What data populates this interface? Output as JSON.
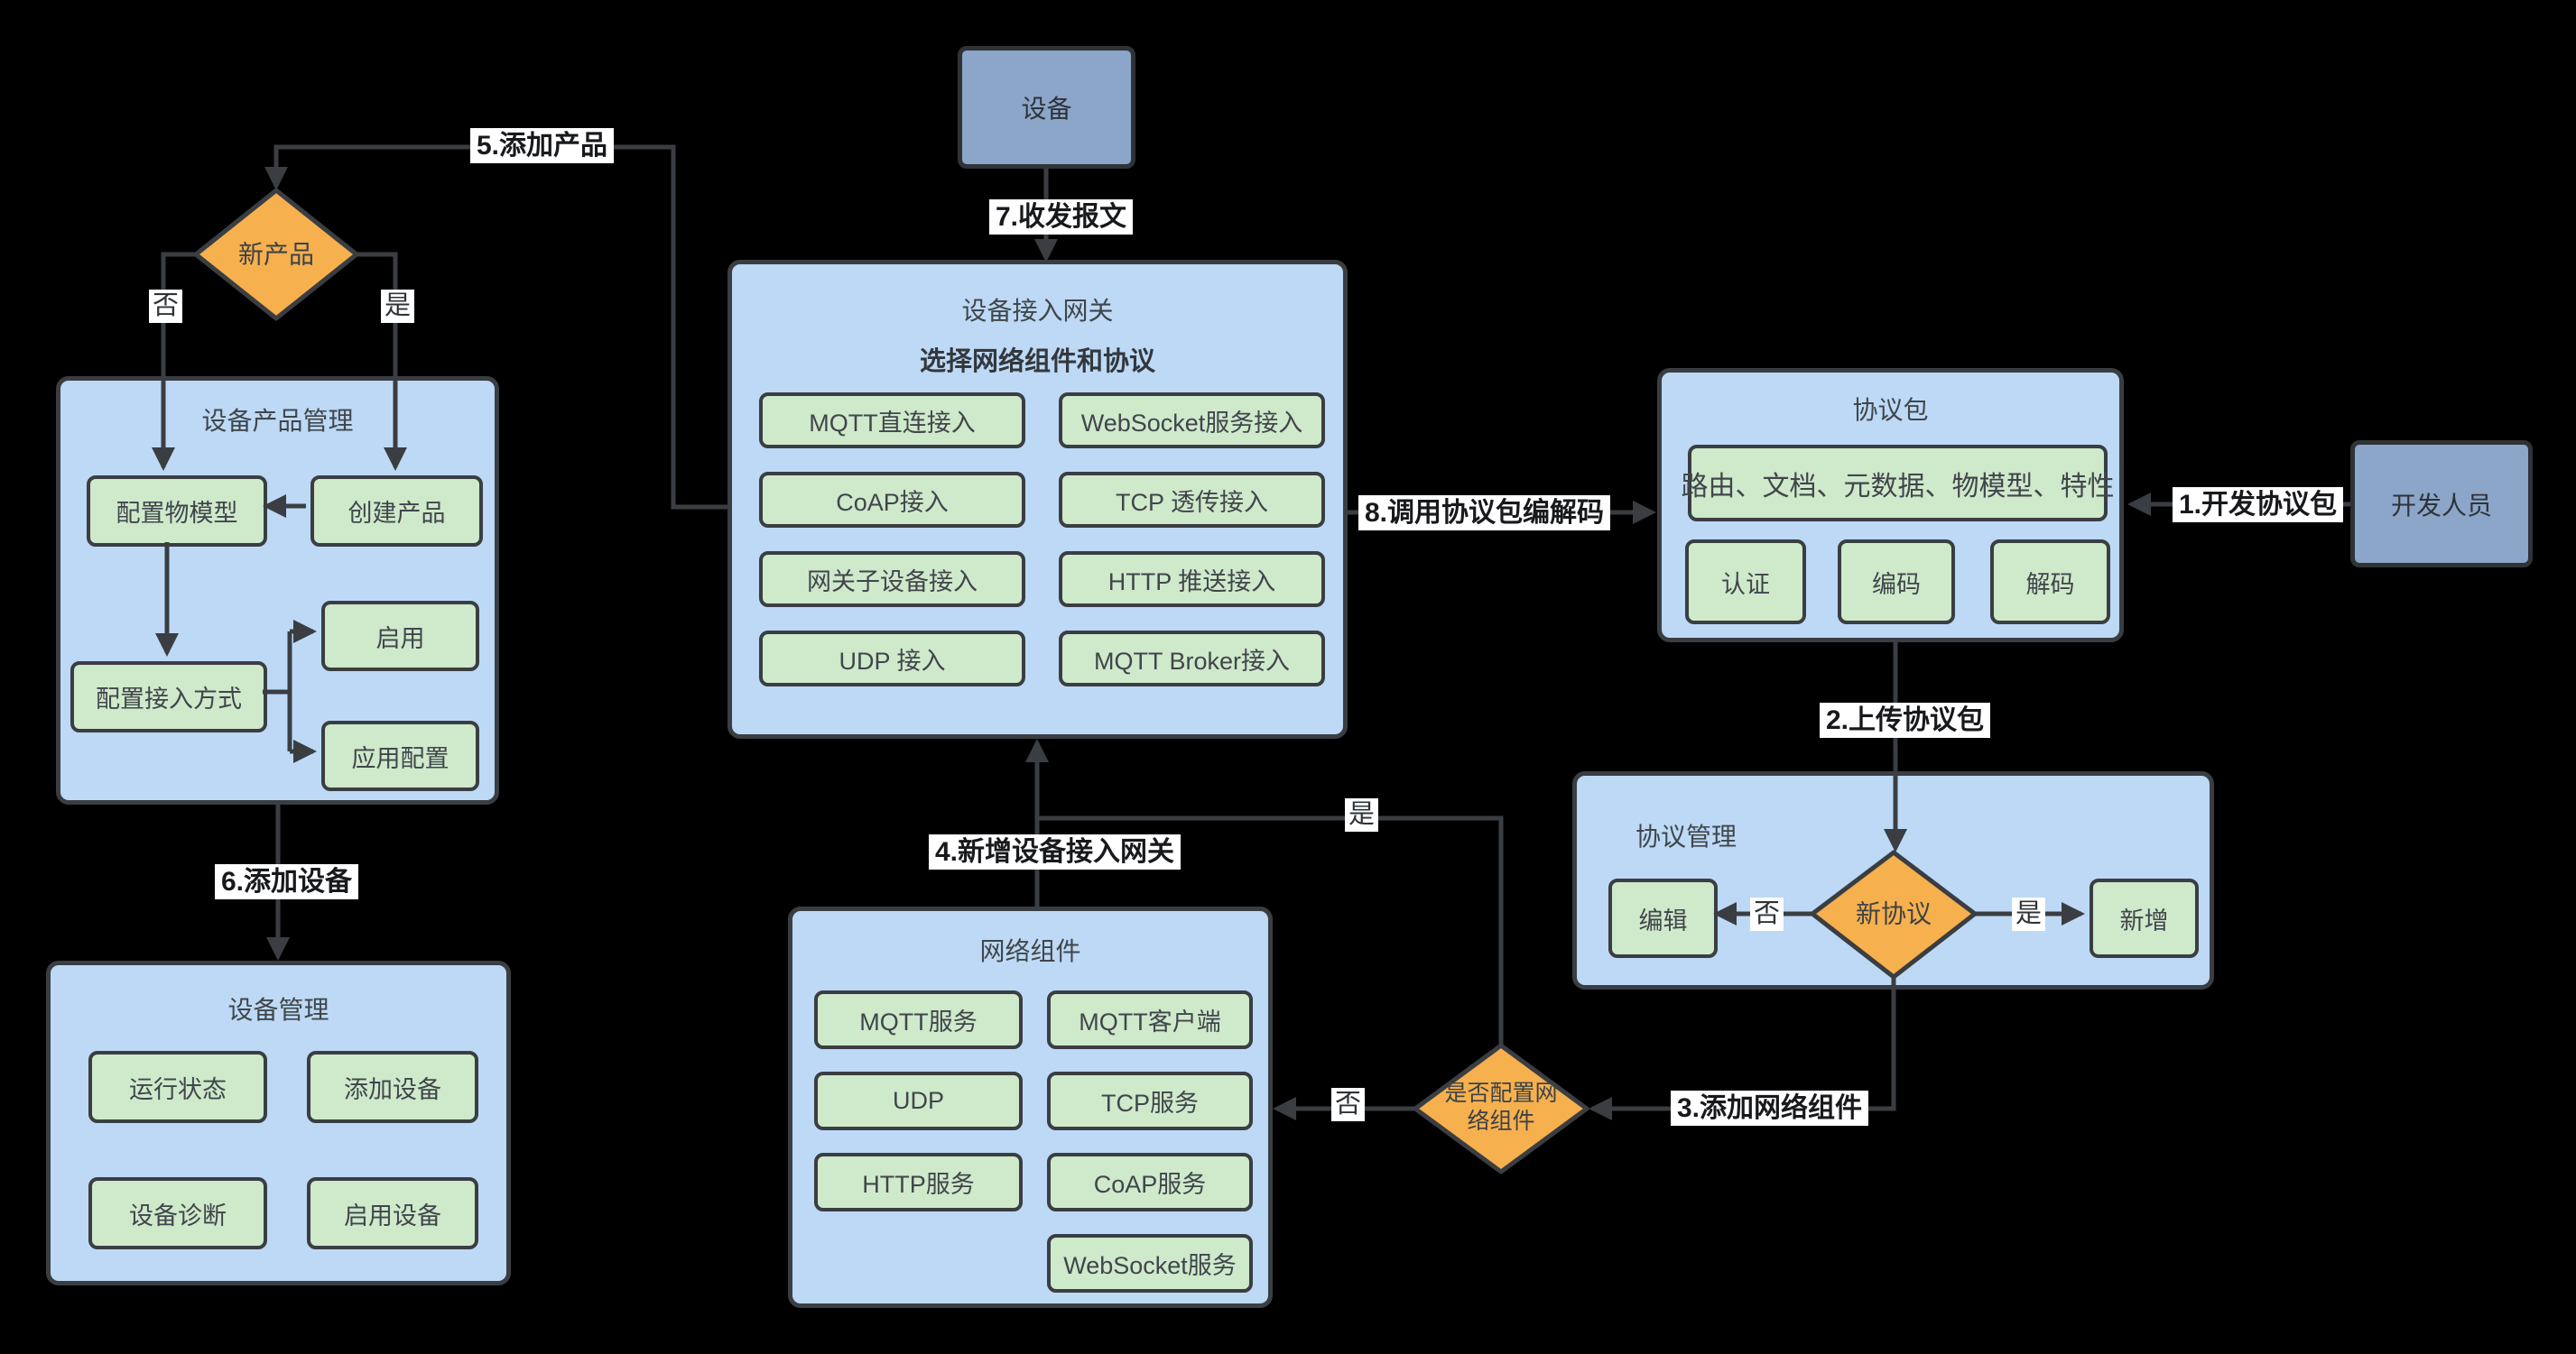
{
  "colors": {
    "background": "#000000",
    "container_fill": "#bdd9f5",
    "node_fill": "#cfe9cb",
    "decision_fill": "#f7b04e",
    "actor_fill": "#8ba6c9",
    "line": "#3a3e42",
    "text": "#40464b",
    "label_bg": "#ffffff",
    "label_text": "#17191c"
  },
  "nodes": {
    "device": {
      "label": "设备"
    },
    "developer": {
      "label": "开发人员"
    },
    "gateway": {
      "title": "设备接入网关",
      "subtitle": "选择网络组件和协议",
      "buttons": [
        "MQTT直连接入",
        "WebSocket服务接入",
        "CoAP接入",
        "TCP 透传接入",
        "网关子设备接入",
        "HTTP 推送接入",
        "UDP 接入",
        "MQTT Broker接入"
      ]
    },
    "protocol_package": {
      "title": "协议包",
      "feature_bar": "路由、文档、元数据、物模型、特性",
      "buttons": [
        "认证",
        "编码",
        "解码"
      ]
    },
    "protocol_management": {
      "title": "协议管理",
      "edit": "编辑",
      "add": "新增",
      "decision": "新协议"
    },
    "product_management": {
      "title": "设备产品管理",
      "config_model": "配置物模型",
      "create_product": "创建产品",
      "config_access": "配置接入方式",
      "enable": "启用",
      "app_config": "应用配置"
    },
    "device_management": {
      "title": "设备管理",
      "buttons": [
        "运行状态",
        "添加设备",
        "设备诊断",
        "启用设备"
      ]
    },
    "network_components": {
      "title": "网络组件",
      "buttons": [
        "MQTT服务",
        "MQTT客户端",
        "UDP",
        "TCP服务",
        "HTTP服务",
        "CoAP服务",
        "WebSocket服务"
      ]
    },
    "new_product_decision": {
      "label": "新产品"
    },
    "network_decision": {
      "line1": "是否配置网",
      "line2": "络组件"
    }
  },
  "edge_labels": {
    "step1": "1.开发协议包",
    "step2": "2.上传协议包",
    "step3": "3.添加网络组件",
    "step4": "4.新增设备接入网关",
    "step5": "5.添加产品",
    "step6": "6.添加设备",
    "step7": "7.收发报文",
    "step8": "8.调用协议包编解码",
    "yes": "是",
    "no": "否"
  }
}
